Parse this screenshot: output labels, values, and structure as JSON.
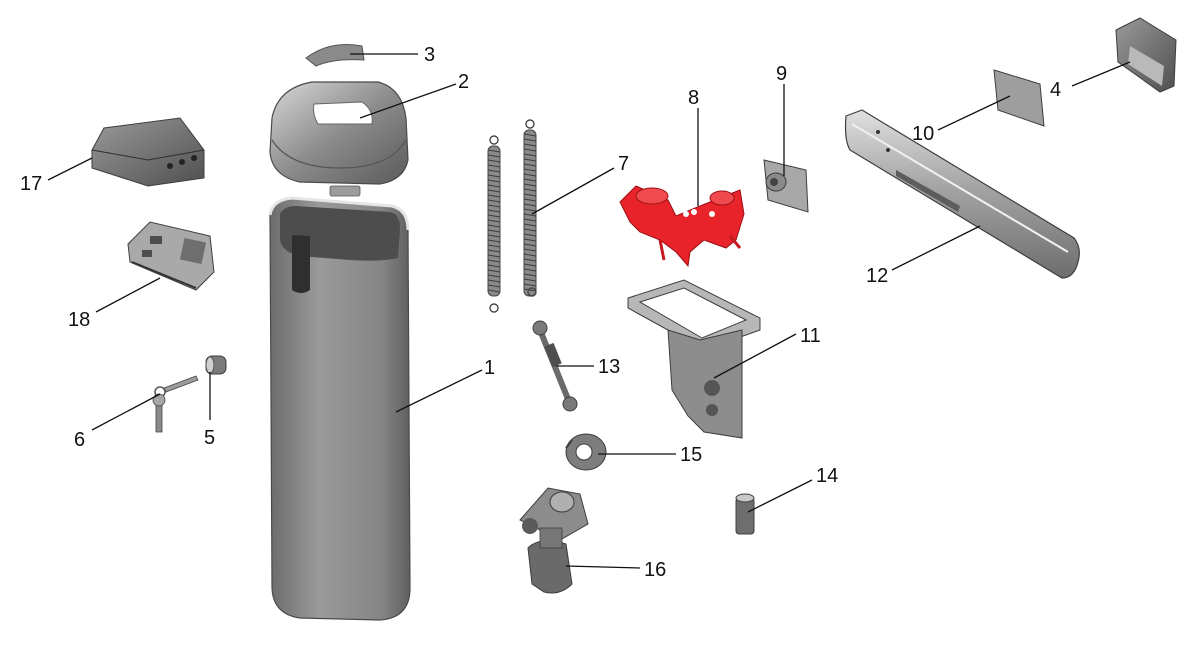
{
  "diagram": {
    "parts": [
      {
        "id": "column",
        "label": "1"
      },
      {
        "id": "cover",
        "label": "2"
      },
      {
        "id": "cover-lid",
        "label": "3"
      },
      {
        "id": "end-cap",
        "label": "4"
      },
      {
        "id": "lock-cylinder",
        "label": "5"
      },
      {
        "id": "keys",
        "label": "6"
      },
      {
        "id": "springs",
        "label": "7"
      },
      {
        "id": "lever-assembly",
        "label": "8"
      },
      {
        "id": "flange-plate",
        "label": "9"
      },
      {
        "id": "bracket-plate",
        "label": "10"
      },
      {
        "id": "mounting-frame",
        "label": "11"
      },
      {
        "id": "boom-arm",
        "label": "12"
      },
      {
        "id": "tie-rod",
        "label": "13"
      },
      {
        "id": "spacer",
        "label": "14"
      },
      {
        "id": "cam-disc",
        "label": "15"
      },
      {
        "id": "gearmotor",
        "label": "16"
      },
      {
        "id": "junction-box",
        "label": "17"
      },
      {
        "id": "control-board",
        "label": "18"
      }
    ],
    "colors": {
      "part_fill": "#8f8f8f",
      "part_dark": "#5e5e5e",
      "part_light": "#c4c4c4",
      "highlight": "#e8232a",
      "leader": "#111111"
    }
  }
}
